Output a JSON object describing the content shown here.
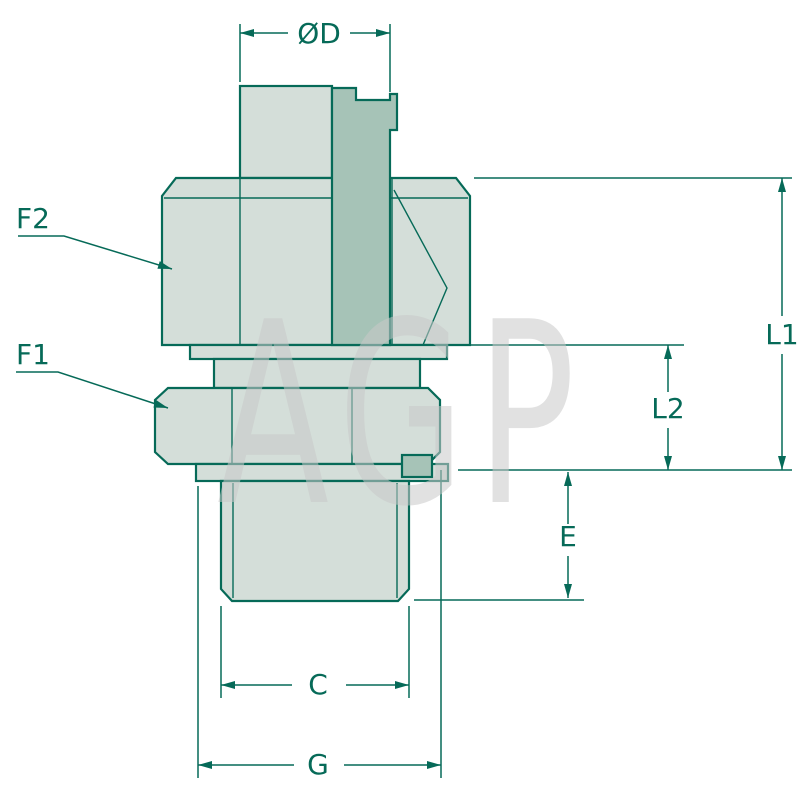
{
  "watermark": "AGP",
  "colors": {
    "line_color": "#066a58",
    "fill_light": "#d4ded9",
    "fill_dark": "#a6c3b7",
    "watermark_color": "#c9c9c9"
  },
  "dimensions": {
    "od": "ØD",
    "f2": "F2",
    "f1": "F1",
    "l1": "L1",
    "l2": "L2",
    "e": "E",
    "c": "C",
    "g": "G"
  }
}
